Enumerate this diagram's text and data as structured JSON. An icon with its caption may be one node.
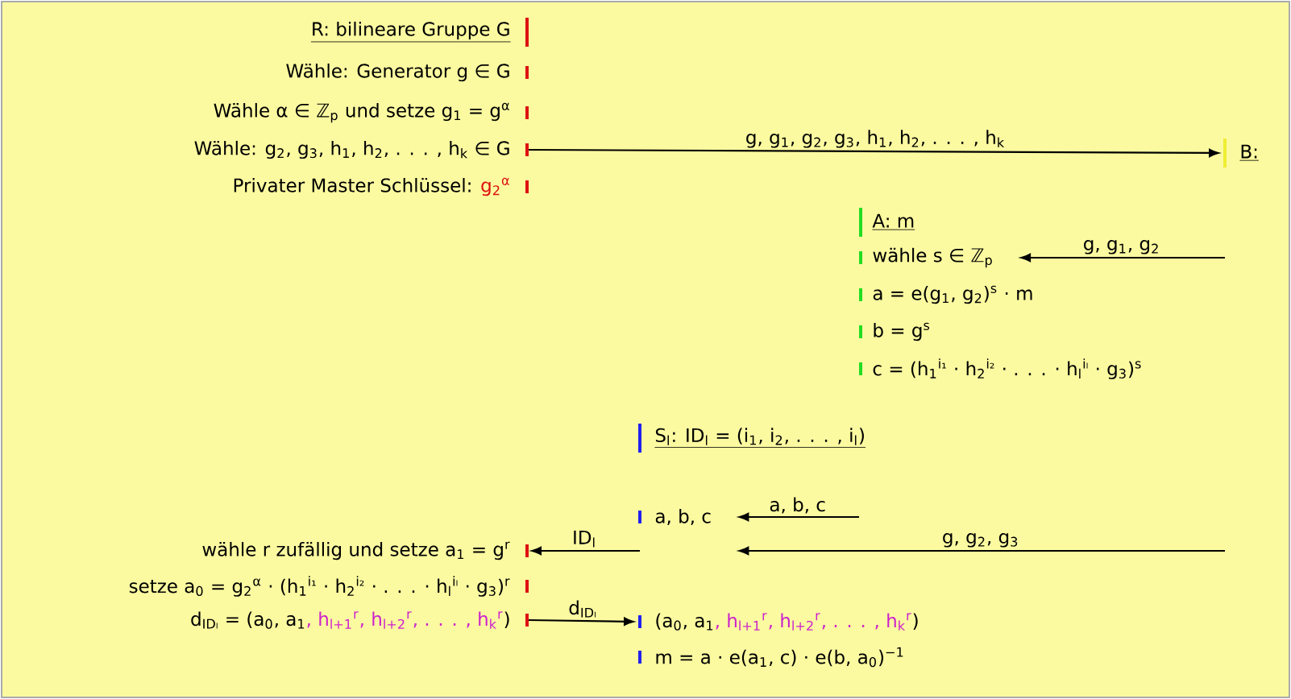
{
  "diagram": {
    "nodes": [
      {
        "text": [
          "R: bilineare Gruppe G"
        ]
      },
      {
        "text": [
          "Wähle: Generator g ∈ G"
        ]
      },
      {
        "text": [
          "Wähle α ∈ ℤ$_{p}$ und setze g$_{1}$ = g$^{α}$"
        ]
      },
      {
        "text": [
          "Wähle: g$_{2}$, g$_{3}$, h$_{1}$, h$_{2}$, . . . , h$_{k}$ ∈ G"
        ]
      },
      {
        "text": [
          "B:"
        ]
      },
      {
        "text": [
          "Privater Master Schlüssel:",
          "g$_{2}$$^{α}$"
        ]
      },
      {
        "text": [
          "A: m"
        ]
      },
      {
        "text": [
          "wähle s ∈ ℤ$_{p}$"
        ]
      },
      {
        "text": [
          "a = e(g$_{1}$, g$_{2}$)$^{s}$ · m"
        ]
      },
      {
        "text": [
          "b = g$^{s}$"
        ]
      },
      {
        "text": [
          "c = (h$_{1}$$^{i₁}$ · h$_{2}$$^{i₂}$ · . . . · h$_{l}$$^{iₗ}$ · g$_{3}$)$^{s}$"
        ]
      },
      {
        "text": [
          "S$_{l}$: ID$_{l}$ = (i$_{1}$, i$_{2}$, . . . , i$_{l}$)"
        ]
      },
      {
        "text": [
          "a, b, c"
        ]
      },
      {
        "text": [
          "wähle r zufällig und setze a$_{1}$ = g$^{r}$"
        ]
      },
      {
        "text": [
          "setze a$_{0}$ = g$_{2}$$^{α}$ · (h$_{1}$$^{i₁}$ · h$_{2}$$^{i₂}$ · . . . · h$_{l}$$^{iₗ}$ · g$_{3}$)$^{r}$"
        ]
      },
      {
        "text": [
          "d$_{IDₗ}$ = (a$_{0}$, a$_{1}$",
          ", h$_{l+1}$$^{r}$, h$_{l+2}$$^{r}$, . . . , h$_{k}$$^{r}$",
          ")"
        ]
      },
      {
        "text": [
          "(a$_{0}$, a$_{1}$",
          ", h$_{l+1}$$^{r}$, h$_{l+2}$$^{r}$, . . . , h$_{k}$$^{r}$",
          ")"
        ]
      },
      {
        "text": [
          "m = a · e(a$_{1}$, c) · e(b, a$_{0}$)$^{−1}$"
        ]
      }
    ],
    "edges": [
      {
        "from": 3,
        "to": 4,
        "arrow": "to",
        "label": "g, g$_{1}$, g$_{2}$, g$_{3}$, h$_{1}$, h$_{2}$, . . . , h$_{k}$"
      },
      {
        "from": null,
        "to": 7,
        "arrow": "to",
        "label": "g, g$_{1}$, g$_{2}$"
      },
      {
        "from": null,
        "to": 12,
        "arrow": "to",
        "label": "a, b, c"
      },
      {
        "from": null,
        "to": 12,
        "arrow": "to",
        "label": "g, g$_{2}$, g$_{3}$"
      },
      {
        "from": 12,
        "to": 13,
        "arrow": "to",
        "label": "ID$_{l}$"
      },
      {
        "from": 15,
        "to": 16,
        "arrow": "to",
        "label": "d$_{IDₗ}$"
      }
    ]
  }
}
